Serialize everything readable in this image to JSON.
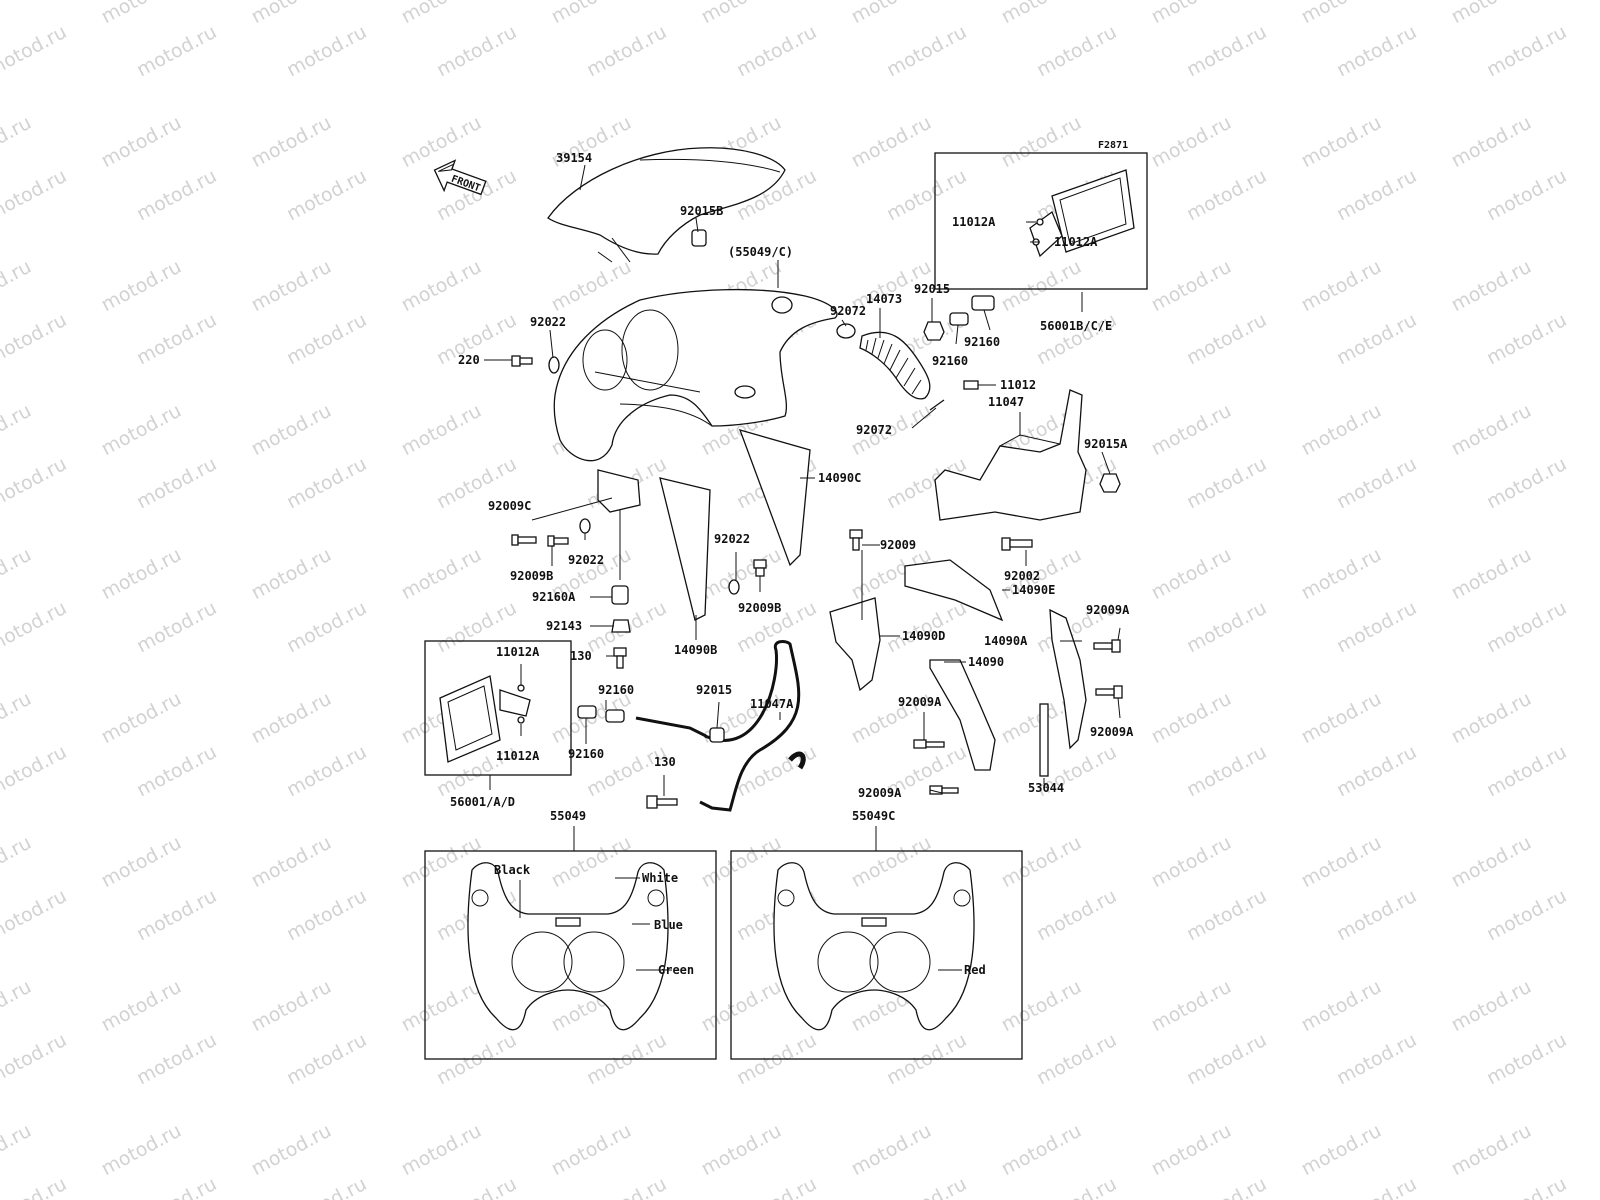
{
  "watermark": "motod.ru",
  "diagram_id": "F2871",
  "front_label": "FRONT",
  "labels": {
    "p39154": "39154",
    "p92015B": "92015B",
    "p55049C_paren": "(55049/C)",
    "p92022_top": "92022",
    "p220": "220",
    "p92072_top": "92072",
    "p14073": "14073",
    "p92015_top": "92015",
    "p92160_a": "92160",
    "p92160_b": "92160",
    "p11012A_1": "11012A",
    "p11012A_2": "11012A",
    "p56001BCE": "56001B/C/E",
    "p11012": "11012",
    "p11047": "11047",
    "p92072_mid": "92072",
    "p92015A": "92015A",
    "p14090C": "14090C",
    "p92009C": "92009C",
    "p92009B_left": "92009B",
    "p92022_left": "92022",
    "p92022_mid": "92022",
    "p92009B_mid": "92009B",
    "p92160A": "92160A",
    "p92143": "92143",
    "p14090B": "14090B",
    "p92009_mid": "92009",
    "p92002": "92002",
    "p14090E": "14090E",
    "p92009A_r1": "92009A",
    "p14090D": "14090D",
    "p14090A": "14090A",
    "p14090": "14090",
    "p92009A_r2": "92009A",
    "p92009A_m1": "92009A",
    "p92009A_m2": "92009A",
    "p53044": "53044",
    "p11012A_3": "11012A",
    "p11012A_4": "11012A",
    "p130_a": "130",
    "p92160_c": "92160",
    "p92160_d": "92160",
    "p92015_mid": "92015",
    "p11047A": "11047A",
    "p130_b": "130",
    "p56001AD": "56001/A/D",
    "p55049": "55049",
    "p55049C": "55049C"
  },
  "colors": {
    "black": "Black",
    "white": "White",
    "blue": "Blue",
    "green": "Green",
    "red": "Red"
  }
}
